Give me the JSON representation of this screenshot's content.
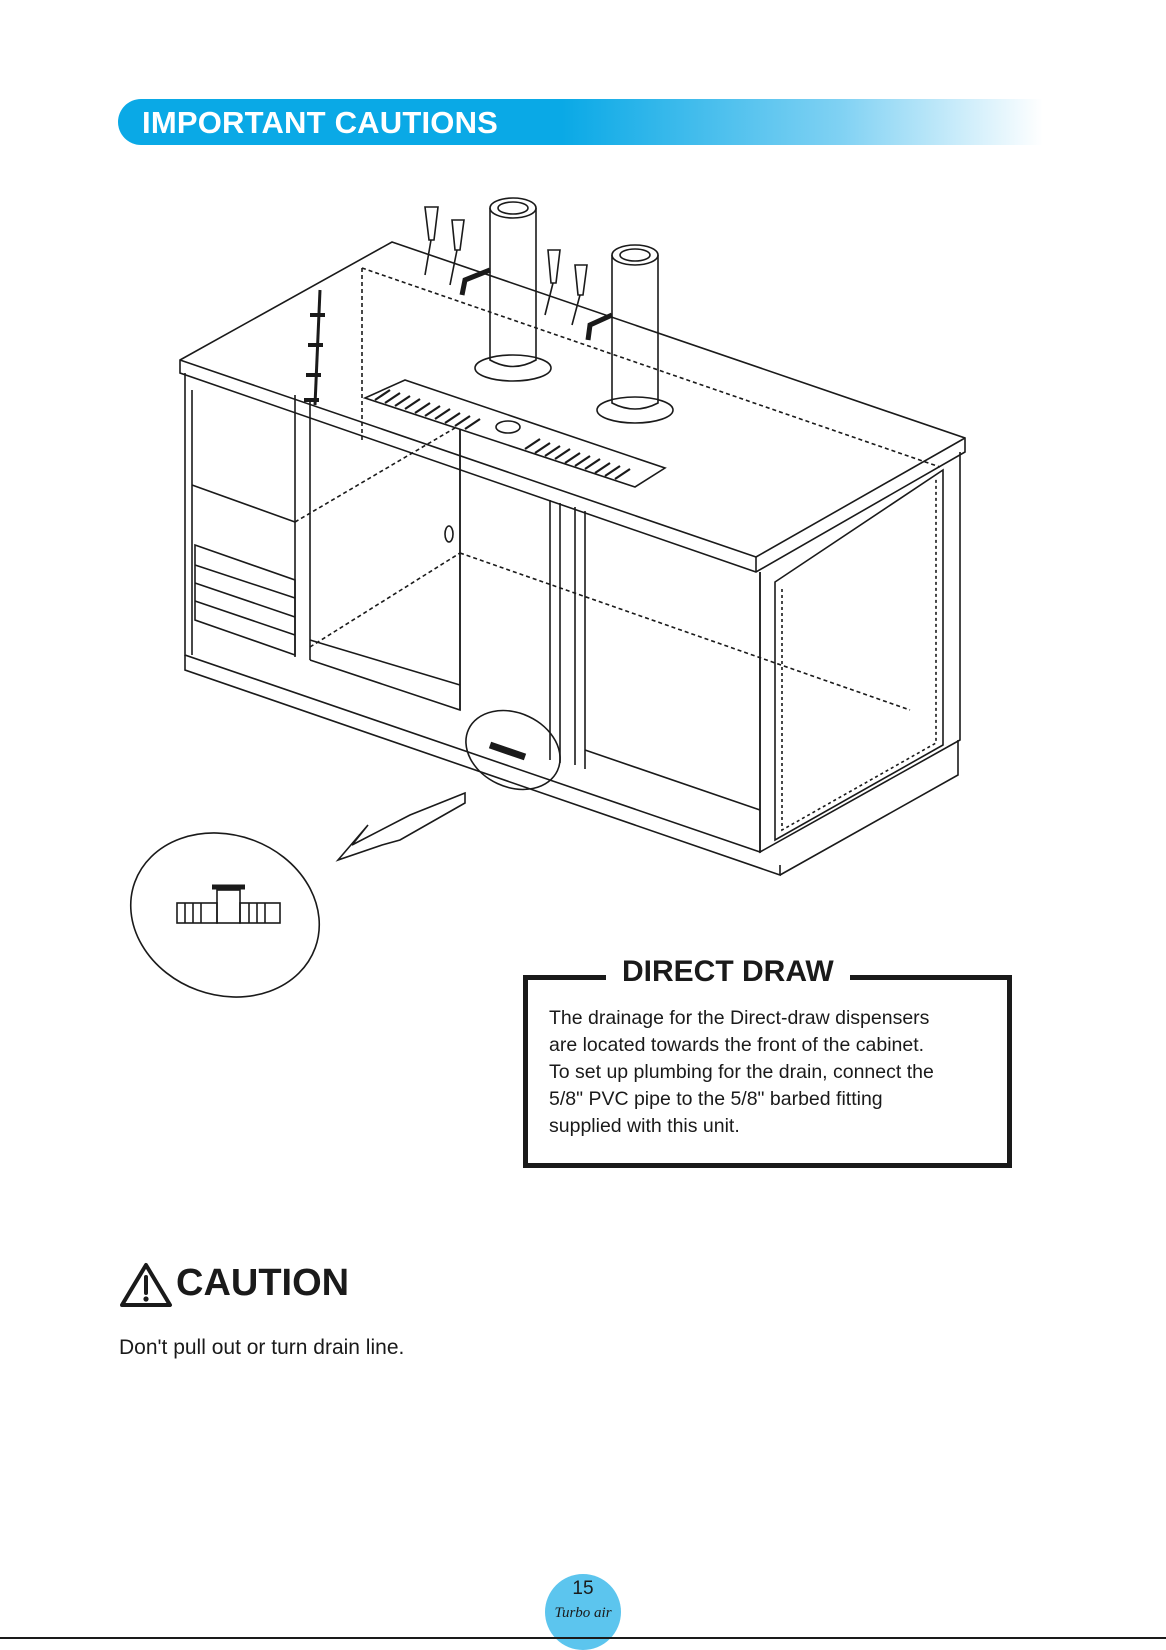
{
  "header": {
    "title": "IMPORTANT CAUTIONS"
  },
  "colors": {
    "banner": "#0aa9e6",
    "badge": "#5cc5ee",
    "ink": "#1a1a1a"
  },
  "illustration": {
    "subject": "direct draw dispenser cabinet with two towers and drain fitting detail",
    "icons": [
      "beer-tower-icon",
      "drip-tray-icon",
      "drain-fitting-icon"
    ]
  },
  "direct_draw": {
    "title": "DIRECT DRAW",
    "lines": [
      "The drainage for the Direct-draw dispensers",
      "are located towards the front of the cabinet.",
      "To set up plumbing for the drain, connect the",
      "5/8\" PVC pipe to the 5/8\" barbed fitting",
      "supplied with this unit."
    ]
  },
  "caution": {
    "icon": "warning-triangle-icon",
    "title": "CAUTION",
    "text": "Don't pull out or turn drain line."
  },
  "footer": {
    "page_number": "15",
    "brand": "Turbo air"
  }
}
